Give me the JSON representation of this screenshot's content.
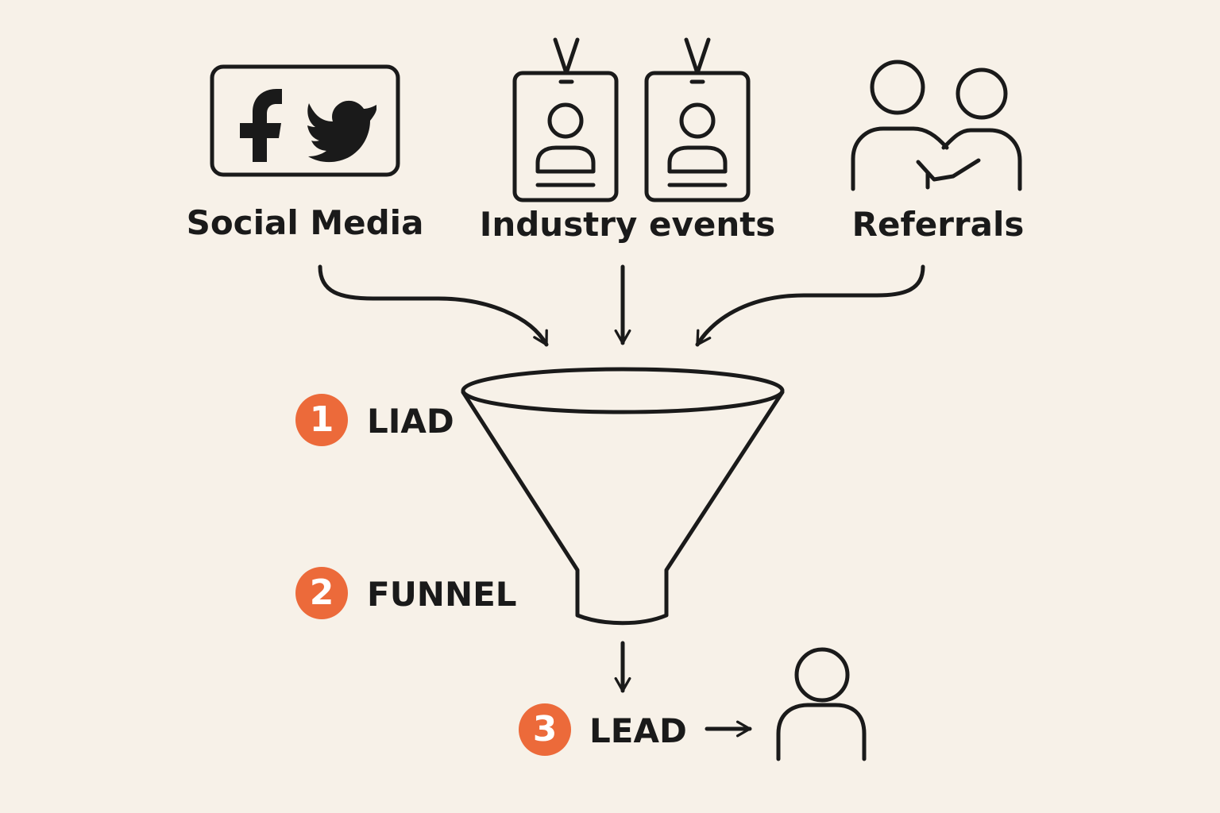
{
  "colors": {
    "background": "#f7f1e8",
    "stroke": "#1a1a1a",
    "accent": "#ec6a3a"
  },
  "sources": [
    {
      "label": "Social Media",
      "icon": "social-media-icon"
    },
    {
      "label": "Industry events",
      "icon": "event-badges-icon"
    },
    {
      "label": "Referrals",
      "icon": "handshake-people-icon"
    }
  ],
  "stages": [
    {
      "number": "1",
      "label": "LIAD"
    },
    {
      "number": "2",
      "label": "FUNNEL"
    },
    {
      "number": "3",
      "label": "LEAD"
    }
  ],
  "icons": {
    "funnel": "funnel-icon",
    "lead": "person-icon"
  }
}
